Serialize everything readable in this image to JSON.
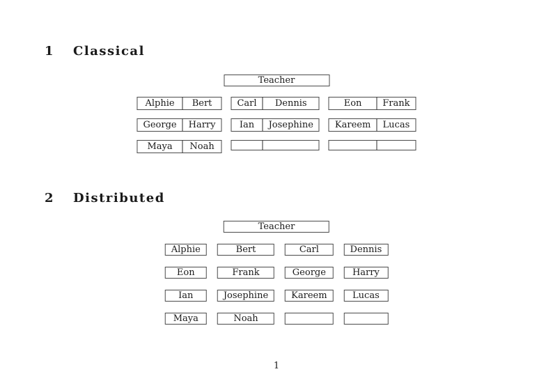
{
  "page": {
    "background": "#ffffff",
    "text_color": "#1a1a1a",
    "line_color": "#4a4a4a",
    "page_number": "1"
  },
  "sections": [
    {
      "number": "1",
      "title": "Classical",
      "teacher_label": "Teacher",
      "desks": [
        [
          [
            "Alphie",
            "Bert"
          ],
          [
            "Carl",
            "Dennis"
          ],
          [
            "Eon",
            "Frank"
          ]
        ],
        [
          [
            "George",
            "Harry"
          ],
          [
            "Ian",
            "Josephine"
          ],
          [
            "Kareem",
            "Lucas"
          ]
        ],
        [
          [
            "Maya",
            "Noah"
          ],
          [
            "",
            ""
          ],
          [
            "",
            ""
          ]
        ]
      ]
    },
    {
      "number": "2",
      "title": "Distributed",
      "teacher_label": "Teacher",
      "desks": [
        [
          "Alphie",
          "Bert",
          "Carl",
          "Dennis"
        ],
        [
          "Eon",
          "Frank",
          "George",
          "Harry"
        ],
        [
          "Ian",
          "Josephine",
          "Kareem",
          "Lucas"
        ],
        [
          "Maya",
          "Noah",
          "",
          ""
        ]
      ]
    }
  ]
}
